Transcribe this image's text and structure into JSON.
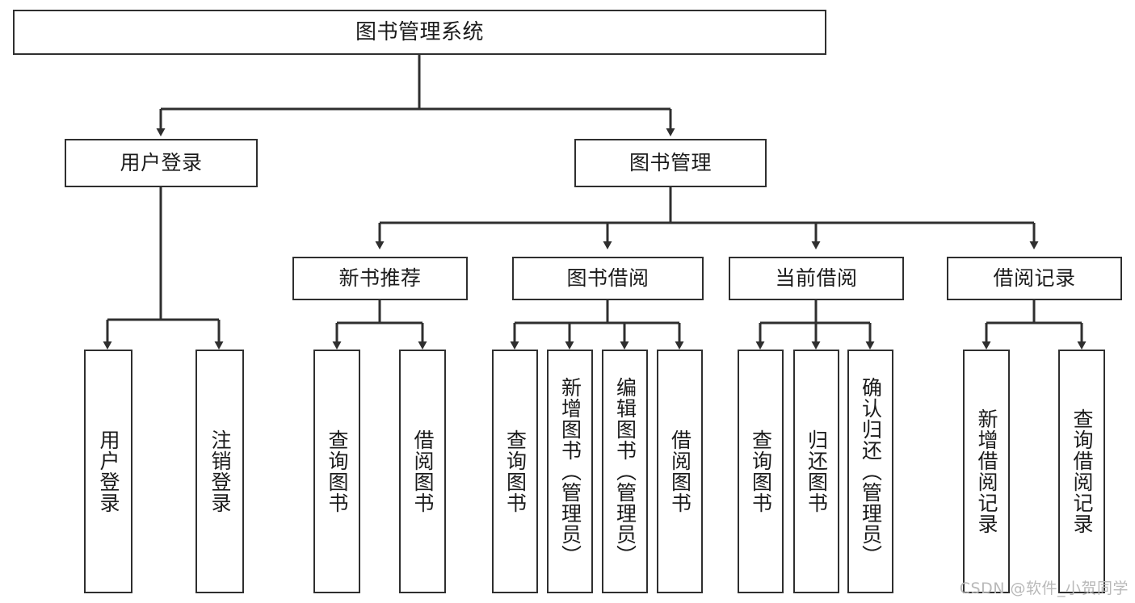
{
  "diagram": {
    "title": "图书管理系统",
    "watermark": "CSDN @软件_小贺同学",
    "colors": {
      "background": "#ffffff",
      "border": "#2f2f2f",
      "text": "#1b1b1b",
      "connector": "#2f2f2f",
      "watermark": "#b9b9b9"
    },
    "root": {
      "label": "图书管理系统"
    },
    "level2": [
      {
        "label": "用户登录"
      },
      {
        "label": "图书管理"
      }
    ],
    "level3": [
      {
        "label": "新书推荐"
      },
      {
        "label": "图书借阅"
      },
      {
        "label": "当前借阅"
      },
      {
        "label": "借阅记录"
      }
    ],
    "leaves": {
      "user_login": [
        {
          "label": "用户登录"
        },
        {
          "label": "注销登录"
        }
      ],
      "new_book": [
        {
          "label": "查询图书"
        },
        {
          "label": "借阅图书"
        }
      ],
      "book_borrow": [
        {
          "label": "查询图书"
        },
        {
          "label": "新增图书（管理员）"
        },
        {
          "label": "编辑图书（管理员）"
        },
        {
          "label": "借阅图书"
        }
      ],
      "current_borrow": [
        {
          "label": "查询图书"
        },
        {
          "label": "归还图书"
        },
        {
          "label": "确认归还（管理员）"
        }
      ],
      "borrow_record": [
        {
          "label": "新增借阅记录"
        },
        {
          "label": "查询借阅记录"
        }
      ]
    }
  }
}
